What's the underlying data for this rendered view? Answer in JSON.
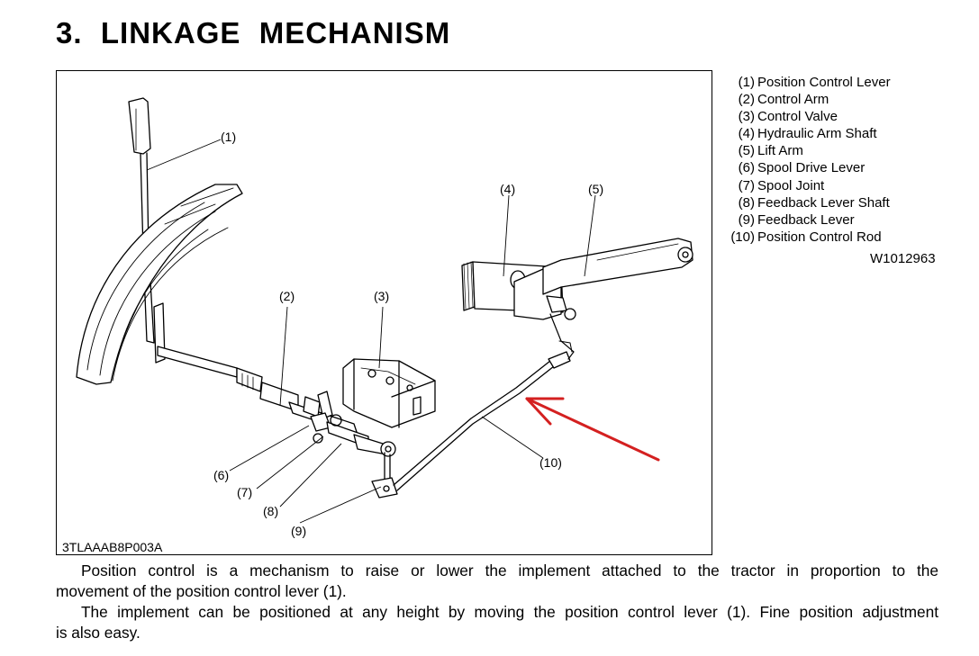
{
  "section": {
    "number": "3.",
    "title": "LINKAGE  MECHANISM"
  },
  "figure": {
    "code": "3TLAAAB8P003A",
    "callouts": [
      "(1)",
      "(2)",
      "(3)",
      "(4)",
      "(5)",
      "(6)",
      "(7)",
      "(8)",
      "(9)",
      "(10)"
    ],
    "annotation_color": "#d42020"
  },
  "legend": {
    "items": [
      {
        "num": "(1)",
        "label": "Position Control Lever"
      },
      {
        "num": "(2)",
        "label": "Control Arm"
      },
      {
        "num": "(3)",
        "label": "Control Valve"
      },
      {
        "num": "(4)",
        "label": "Hydraulic Arm Shaft"
      },
      {
        "num": "(5)",
        "label": "Lift Arm"
      },
      {
        "num": "(6)",
        "label": "Spool Drive Lever"
      },
      {
        "num": "(7)",
        "label": "Spool Joint"
      },
      {
        "num": "(8)",
        "label": "Feedback Lever Shaft"
      },
      {
        "num": "(9)",
        "label": "Feedback Lever"
      },
      {
        "num": "(10)",
        "label": "Position Control Rod"
      }
    ],
    "ref_code": "W1012963"
  },
  "body": {
    "paragraph1_line1": "Position control is a mechanism to raise or lower the implement attached to the tractor in proportion to the",
    "paragraph1_line2": "movement of the position control lever (1).",
    "paragraph2_line1": "The implement can be positioned at any height by moving the position control lever (1).  Fine position adjustment",
    "paragraph2_line2": "is also easy."
  }
}
